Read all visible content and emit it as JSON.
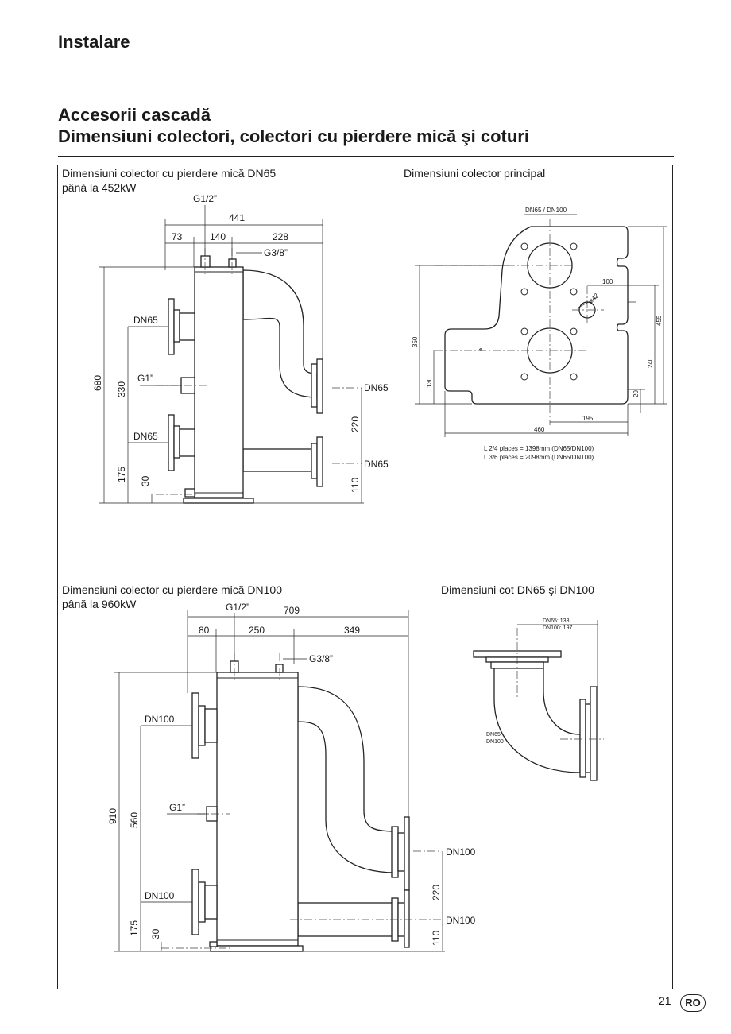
{
  "header": {
    "section": "Instalare",
    "title_line1": "Accesorii cascadă",
    "title_line2": "Dimensiuni colectori, colectori cu pierdere mică şi coturi"
  },
  "panels": {
    "dn65": {
      "caption_line1": "Dimensiuni colector cu pierdere mică DN65",
      "caption_line2": "până la 452kW",
      "labels": {
        "g12": "G1/2”",
        "g38": "G3/8”",
        "g1": "G1”",
        "w441": "441",
        "w73": "73",
        "w140": "140",
        "w228": "228",
        "h680": "680",
        "h330": "330",
        "h175": "175",
        "h30": "30",
        "h220": "220",
        "h110": "110",
        "dn_in_top": "DN65",
        "dn_in_bot": "DN65",
        "dn_out_top": "DN65",
        "dn_out_bot": "DN65"
      }
    },
    "main": {
      "caption": "Dimensiuni colector principal",
      "labels": {
        "dn": "DN65 / DN100",
        "d100": "100",
        "d42": "ø42",
        "d455": "455",
        "d240": "240",
        "d20": "20",
        "d350": "350",
        "d130": "130",
        "d195": "195",
        "d460": "460",
        "note1": "L 2/4 places = 1398mm (DN65/DN100)",
        "note2": "L 3/6 places = 2098mm (DN65/DN100)"
      }
    },
    "dn100": {
      "caption_line1": "Dimensiuni colector cu pierdere mică DN100",
      "caption_line2": "până la 960kW",
      "labels": {
        "g12": "G1/2”",
        "g38": "G3/8”",
        "g1": "G1”",
        "w709": "709",
        "w80": "80",
        "w250": "250",
        "w349": "349",
        "h910": "910",
        "h560": "560",
        "h175": "175",
        "h30": "30",
        "h220": "220",
        "h110": "110",
        "dn_in_top": "DN100",
        "dn_in_bot": "DN100",
        "dn_out_top": "DN100",
        "dn_out_bot": "DN100"
      }
    },
    "elbow": {
      "caption": "Dimensiuni cot DN65 şi DN100",
      "labels": {
        "dn65": "DN65: 133",
        "dn100": "DN100: 197",
        "t1": "DN65",
        "t2": "DN100"
      }
    }
  },
  "footer": {
    "page": "21",
    "lang": "RO"
  }
}
